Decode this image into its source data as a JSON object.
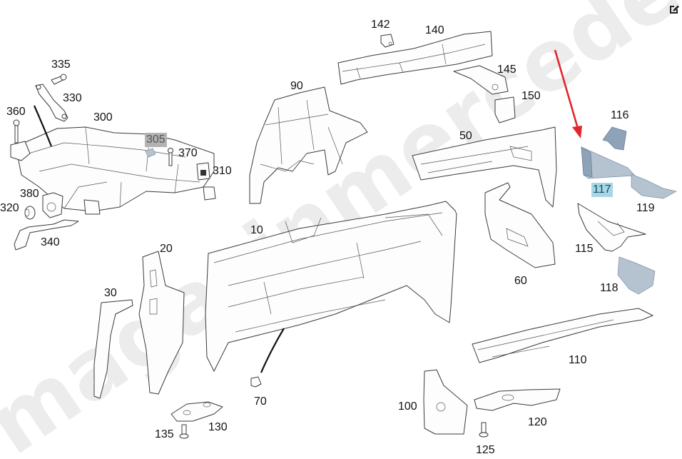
{
  "watermark": "magazinmercedes.ru",
  "toolbar": {
    "edit_icon": "edit-pencil-icon"
  },
  "highlight_colors": {
    "selected": "#a6d7e6",
    "secondary": "#b3b3b3",
    "arrow": "#e3262b"
  },
  "callouts": [
    {
      "id": "335",
      "label": "335"
    },
    {
      "id": "330",
      "label": "330"
    },
    {
      "id": "360",
      "label": "360"
    },
    {
      "id": "300",
      "label": "300"
    },
    {
      "id": "305",
      "label": "305",
      "highlight": "secondary"
    },
    {
      "id": "370",
      "label": "370"
    },
    {
      "id": "310",
      "label": "310"
    },
    {
      "id": "380",
      "label": "380"
    },
    {
      "id": "320",
      "label": "320"
    },
    {
      "id": "340",
      "label": "340"
    },
    {
      "id": "90",
      "label": "90"
    },
    {
      "id": "142",
      "label": "142"
    },
    {
      "id": "140",
      "label": "140"
    },
    {
      "id": "145",
      "label": "145"
    },
    {
      "id": "150",
      "label": "150"
    },
    {
      "id": "50",
      "label": "50"
    },
    {
      "id": "116",
      "label": "116"
    },
    {
      "id": "117",
      "label": "117",
      "highlight": "selected"
    },
    {
      "id": "119",
      "label": "119"
    },
    {
      "id": "115",
      "label": "115"
    },
    {
      "id": "118",
      "label": "118"
    },
    {
      "id": "60",
      "label": "60"
    },
    {
      "id": "10",
      "label": "10"
    },
    {
      "id": "20",
      "label": "20"
    },
    {
      "id": "30",
      "label": "30"
    },
    {
      "id": "110",
      "label": "110"
    },
    {
      "id": "70",
      "label": "70"
    },
    {
      "id": "100",
      "label": "100"
    },
    {
      "id": "120",
      "label": "120"
    },
    {
      "id": "125",
      "label": "125"
    },
    {
      "id": "130",
      "label": "130"
    },
    {
      "id": "135",
      "label": "135"
    }
  ]
}
